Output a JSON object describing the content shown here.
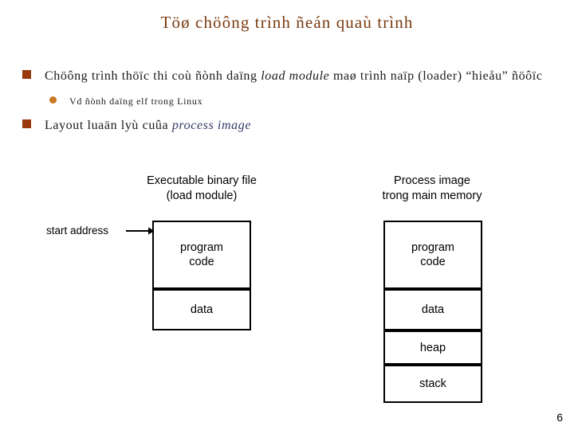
{
  "slide": {
    "title": "Töø chöông trình ñeán quaù trình",
    "page_number": "6",
    "title_color": "#7a3b10",
    "marker_square_color": "#99380a",
    "marker_circle_color": "#c87820",
    "emphasis_color": "#333a66"
  },
  "bullets": [
    {
      "level": 1,
      "marker": "square-bullet-icon",
      "text_before": "Chöông trình thöïc thi coù ñònh daïng ",
      "emphasis": "load module",
      "text_after": " maø trình naïp (loader) “hieåu” ñöôïc"
    },
    {
      "level": 2,
      "marker": "round-bullet-icon",
      "text": "Vd ñònh daïng elf trong Linux"
    },
    {
      "level": 1,
      "marker": "square-bullet-icon",
      "text_before": "Layout luaän lyù cuûa ",
      "emphasis": "process image",
      "text_after": ""
    }
  ],
  "diagram": {
    "left_column": {
      "heading_line1": "Executable binary file",
      "heading_line2": "(load module)",
      "start_address_label": "start address",
      "blocks": [
        {
          "label": "program\ncode"
        },
        {
          "label": "data"
        }
      ]
    },
    "right_column": {
      "heading_line1": "Process image",
      "heading_line2": "trong main memory",
      "blocks": [
        {
          "label": "program\ncode"
        },
        {
          "label": "data"
        },
        {
          "label": "heap"
        },
        {
          "label": "stack"
        }
      ]
    }
  }
}
